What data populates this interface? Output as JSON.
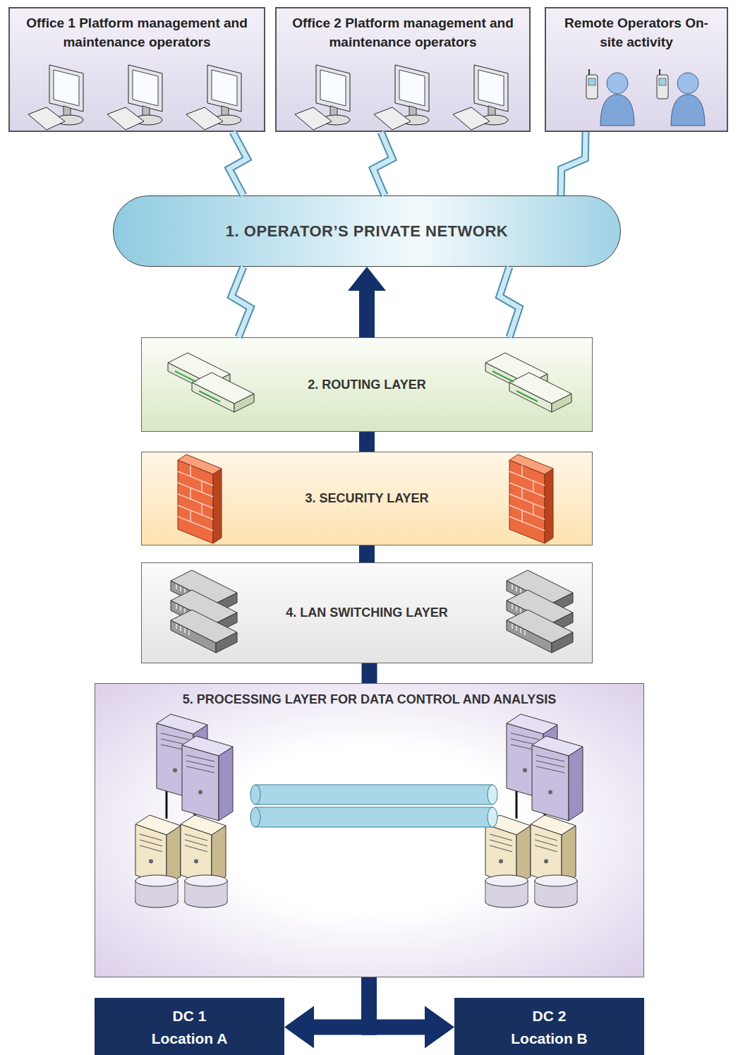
{
  "diagram": {
    "nodes": [
      {
        "text": [
          "Office 1 Platform management and maintenance operators"
        ]
      },
      {
        "text": [
          "Office 2 Platform management and maintenance operators"
        ]
      },
      {
        "text": [
          "Remote Operators On-site activity"
        ]
      },
      {
        "text": [
          "1. OPERATOR’S PRIVATE NETWORK"
        ]
      },
      {
        "text": [
          "2. ROUTING LAYER"
        ]
      },
      {
        "text": [
          "3. SECURITY LAYER"
        ]
      },
      {
        "text": [
          "4. LAN SWITCHING LAYER"
        ]
      },
      {
        "text": [
          "5. PROCESSING LAYER FOR DATA CONTROL AND ANALYSIS"
        ]
      },
      {
        "text": [
          "DC 1",
          "Location A"
        ]
      },
      {
        "text": [
          "DC 2",
          "Location B"
        ]
      }
    ],
    "edges": [
      {
        "from": 0,
        "to": 3,
        "arrow": "none"
      },
      {
        "from": 1,
        "to": 3,
        "arrow": "none"
      },
      {
        "from": 2,
        "to": 3,
        "arrow": "none"
      },
      {
        "from": 4,
        "to": 3,
        "arrow": "none"
      },
      {
        "from": 4,
        "to": 3,
        "arrow": "none"
      },
      {
        "from": 4,
        "to": 3,
        "arrow": "to"
      },
      {
        "from": 5,
        "to": 4,
        "arrow": "none"
      },
      {
        "from": 6,
        "to": 5,
        "arrow": "none"
      },
      {
        "from": 7,
        "to": 6,
        "arrow": "none"
      },
      {
        "from": 7,
        "to": 8,
        "arrow": "to"
      },
      {
        "from": 7,
        "to": 9,
        "arrow": "to"
      }
    ]
  }
}
